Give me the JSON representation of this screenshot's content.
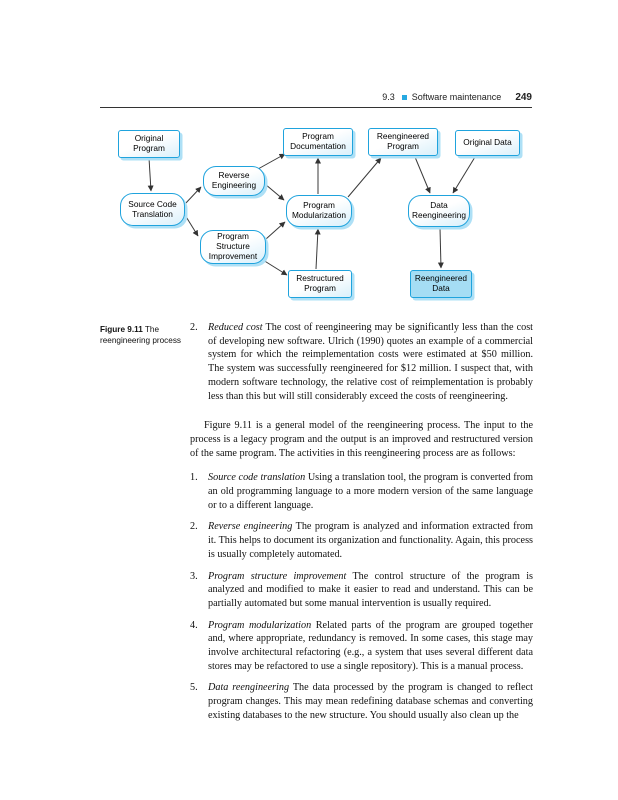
{
  "header": {
    "section": "9.3",
    "title": "Software maintenance",
    "page": "249"
  },
  "figure": {
    "caption_label": "Figure 9.11",
    "caption_text": "The reengineering process",
    "accent_color": "#1fa3dd",
    "nodes": [
      {
        "id": "original-program",
        "label": "Original Program",
        "type": "data"
      },
      {
        "id": "program-documentation",
        "label": "Program Documentation",
        "type": "data"
      },
      {
        "id": "reengineered-program",
        "label": "Reengineered Program",
        "type": "data"
      },
      {
        "id": "original-data",
        "label": "Original Data",
        "type": "data"
      },
      {
        "id": "reverse-engineering",
        "label": "Reverse Engineering",
        "type": "activity"
      },
      {
        "id": "source-code-translation",
        "label": "Source Code Translation",
        "type": "activity"
      },
      {
        "id": "program-modularization",
        "label": "Program Modularization",
        "type": "activity"
      },
      {
        "id": "data-reengineering",
        "label": "Data Reengineering",
        "type": "activity"
      },
      {
        "id": "program-structure-improvement",
        "label": "Program Structure Improvement",
        "type": "activity"
      },
      {
        "id": "restructured-program",
        "label": "Restructured Program",
        "type": "data"
      },
      {
        "id": "reengineered-data",
        "label": "Reengineered Data",
        "type": "data-shaded"
      }
    ],
    "edges": [
      "original-program -> source-code-translation",
      "source-code-translation -> reverse-engineering",
      "source-code-translation -> program-structure-improvement",
      "reverse-engineering -> program-documentation",
      "reverse-engineering -> program-modularization",
      "program-structure-improvement -> program-modularization",
      "program-structure-improvement -> restructured-program",
      "restructured-program -> program-modularization",
      "program-modularization -> program-documentation",
      "program-modularization -> reengineered-program",
      "reengineered-program -> data-reengineering",
      "original-data -> data-reengineering",
      "data-reengineering -> reengineered-data"
    ]
  },
  "content": {
    "item2": {
      "num": "2.",
      "lead": "Reduced cost",
      "text": "The cost of reengineering may be significantly less than the cost of developing new software. Ulrich (1990) quotes an example of a commercial system for which the reimplementation costs were estimated at $50 million. The system was successfully reengineered for $12 million. I suspect that, with modern software technology, the relative cost of reimplementation is probably less than this but will still considerably exceed the costs of reengineering."
    },
    "paragraph": "Figure 9.11 is a general model of the reengineering process. The input to the process is a legacy program and the output is an improved and restructured version of the same program. The activities in this reengineering process are as follows:",
    "list": [
      {
        "num": "1.",
        "lead": "Source code translation",
        "text": "Using a translation tool, the program is converted from an old programming language to a more modern version of the same language or to a different language."
      },
      {
        "num": "2.",
        "lead": "Reverse engineering",
        "text": "The program is analyzed and information extracted from it. This helps to document its organization and functionality. Again, this process is usually completely automated."
      },
      {
        "num": "3.",
        "lead": "Program structure improvement",
        "text": "The control structure of the program is analyzed and modified to make it easier to read and understand. This can be partially automated but some manual intervention is usually required."
      },
      {
        "num": "4.",
        "lead": "Program modularization",
        "text": "Related parts of the program are grouped together and, where appropriate, redundancy is removed. In some cases, this stage may involve architectural refactoring (e.g., a system that uses several different data stores may be refactored to use a single repository). This is a manual process."
      },
      {
        "num": "5.",
        "lead": "Data reengineering",
        "text": "The data processed by the program is changed to reflect program changes. This may mean redefining database schemas and converting existing databases to the new structure. You should usually also clean up the"
      }
    ]
  }
}
